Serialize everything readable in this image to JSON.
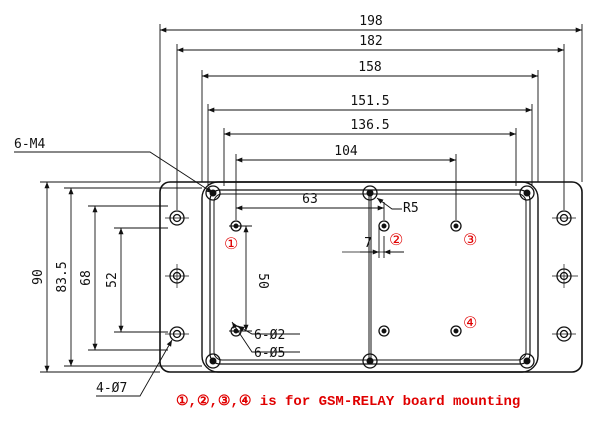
{
  "diagram": {
    "dimensions": {
      "w198": "198",
      "w182": "182",
      "w158": "158",
      "w151_5": "151.5",
      "w136_5": "136.5",
      "w104": "104",
      "w63": "63",
      "h90": "90",
      "h83_5": "83.5",
      "h68": "68",
      "h52": "52",
      "h50": "50",
      "d7": "7"
    },
    "callouts": {
      "m4": "6-M4",
      "r5": "R5",
      "hole_d2": "6-Ø2",
      "hole_d5": "6-Ø5",
      "hole_d7": "4-Ø7"
    },
    "mount_markers": [
      "①",
      "②",
      "③",
      "④"
    ],
    "note": "①,②,③,④ is for GSM-RELAY board mounting",
    "colors": {
      "line": "#111111",
      "accent": "#e00000"
    }
  }
}
